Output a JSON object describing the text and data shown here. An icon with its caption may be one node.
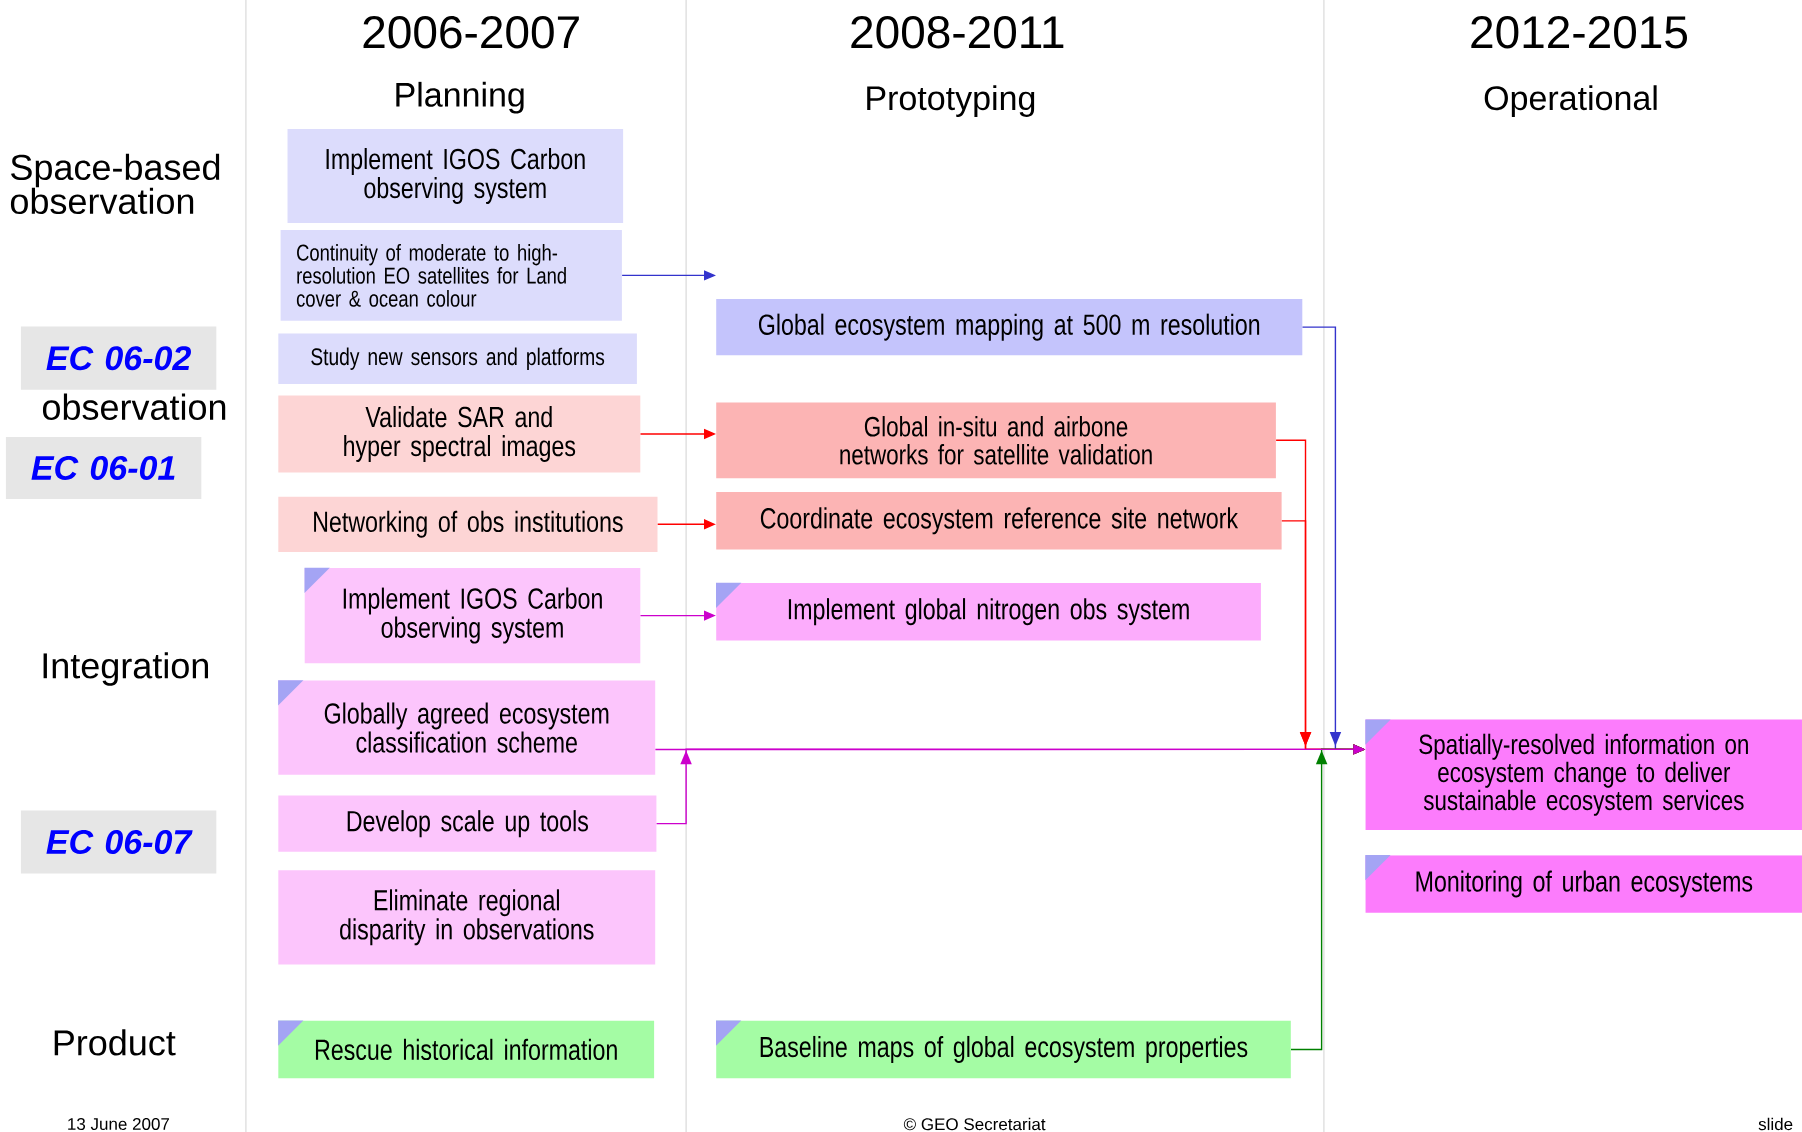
{
  "diagram": {
    "nodes": [
      {
        "text": [
          "EC 06-02"
        ]
      },
      {
        "text": [
          "EC 06-01"
        ]
      },
      {
        "text": [
          "EC 06-07"
        ]
      },
      {
        "text": [
          "Implement IGOS Carbon observing system"
        ]
      },
      {
        "text": [
          "Continuity of moderate to high-resolution EO satellites for Land cover & ocean colour"
        ]
      },
      {
        "text": [
          "Study new sensors and platforms"
        ]
      },
      {
        "text": [
          "Validate SAR and hyper spectral images"
        ]
      },
      {
        "text": [
          "Networking of obs institutions"
        ]
      },
      {
        "text": [
          "Implement IGOS Carbon observing system"
        ]
      },
      {
        "text": [
          "Globally agreed ecosystem classification scheme"
        ]
      },
      {
        "text": [
          "Develop scale up tools"
        ]
      },
      {
        "text": [
          "Eliminate regional disparity in observations"
        ]
      },
      {
        "text": [
          "Rescue historical information"
        ]
      },
      {
        "text": [
          "Global ecosystem mapping at 500 m resolution"
        ]
      },
      {
        "text": [
          "Global in-situ and airbone networks for satellite validation"
        ]
      },
      {
        "text": [
          "Coordinate ecosystem reference site network"
        ]
      },
      {
        "text": [
          "Implement global nitrogen obs system"
        ]
      },
      {
        "text": [
          "Baseline maps of global ecosystem properties"
        ]
      },
      {
        "text": [
          "Spatially-resolved information on ecosystem change to deliver sustainable ecosystem services"
        ]
      },
      {
        "text": [
          "Monitoring of urban ecosystems"
        ]
      }
    ],
    "edges": [
      {
        "from": 4,
        "to": 13,
        "arrow": "to",
        "color": "#3333cc"
      },
      {
        "from": 6,
        "to": 14,
        "arrow": "to"
      },
      {
        "from": 7,
        "to": 15,
        "arrow": "to"
      },
      {
        "from": 8,
        "to": 16,
        "arrow": "to",
        "color": "#cc00cc"
      },
      {
        "from": 9,
        "to": 18,
        "arrow": "to",
        "color": "#cc00cc"
      },
      {
        "from": 10,
        "to": 18,
        "arrow": "to",
        "color": "#cc00cc"
      },
      {
        "from": 13,
        "to": 18,
        "arrow": "to",
        "color": "#3333cc"
      },
      {
        "from": 14,
        "to": 18,
        "arrow": "to"
      },
      {
        "from": 15,
        "to": 18,
        "arrow": "to"
      },
      {
        "from": 17,
        "to": 18,
        "arrow": "to",
        "color": "#008000"
      }
    ],
    "labels": [
      "2006-2007",
      "2008-2011",
      "2012-2015",
      "Planning",
      "Prototyping",
      "Operational",
      "Space-based observation",
      "observation",
      "Integration",
      "Product",
      "13 June 2007",
      "© GEO Secretariat",
      "slide"
    ]
  }
}
